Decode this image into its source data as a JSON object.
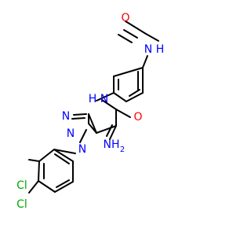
{
  "colors": {
    "bond": "#000000",
    "oxygen": "#ff0000",
    "nitrogen": "#0000ff",
    "chlorine": "#00aa00",
    "background": "#ffffff"
  },
  "labels": {
    "acetyl_oxygen": "O",
    "amide_nh_top": "N",
    "amide_h_top": "H",
    "amide_nh_mid_h": "H",
    "amide_nh_mid_n": "N",
    "carbonyl_oxygen": "O",
    "triazole_n3": "N",
    "triazole_n2": "N",
    "triazole_n1": "N",
    "amino_nh2_n": "NH",
    "amino_nh2_sub": "2",
    "chloro_1": "Cl",
    "chloro_2": "Cl"
  }
}
